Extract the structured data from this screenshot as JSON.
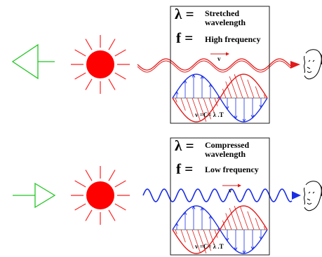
{
  "colors": {
    "arrow_outline": "#22c522",
    "star": "#ff0000",
    "redshift_wave": "#e11a1a",
    "blueshift_wave": "#1a2ee6",
    "panel_border": "#000000",
    "panel_blue": "#1a2ee6",
    "panel_red": "#e11a1a"
  },
  "icons": {
    "source_motion_left": "triangle-arrow-left-icon",
    "source_motion_right": "triangle-arrow-right-icon",
    "source": "star-burst-icon",
    "observer": "face-icon"
  },
  "panels": [
    {
      "lambda_symbol": "λ =",
      "lambda_text_1": "Stretched",
      "lambda_text_2": "wavelength",
      "freq_symbol": "f =",
      "freq_text": "High  frequency",
      "velocity_symbol": "v",
      "formula": "v =C= λ .T"
    },
    {
      "lambda_symbol": "λ =",
      "lambda_text_1": "Compressed",
      "lambda_text_2": "wavelength",
      "freq_symbol": "f =",
      "freq_text": "Low frequency",
      "velocity_symbol": "v",
      "formula": "v =C= λ .T"
    }
  ]
}
